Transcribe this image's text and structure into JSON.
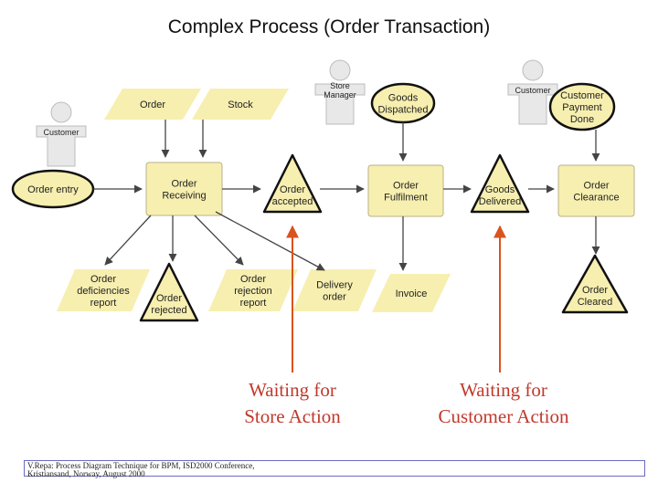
{
  "title": "Complex Process (Order Transaction)",
  "nodes": {
    "order": "Order",
    "stock": "Stock",
    "order_entry": "Order entry",
    "order_receiving": [
      "Order",
      "Receiving"
    ],
    "order_accepted": [
      "Order",
      "accepted"
    ],
    "order_fulfilment": [
      "Order",
      "Fulfilment"
    ],
    "goods_delivered": [
      "Goods",
      "Delivered"
    ],
    "order_clearance": [
      "Order",
      "Clearance"
    ],
    "goods_dispatched": [
      "Goods",
      "Dispatched"
    ],
    "customer_payment_done": [
      "Customer",
      "Payment",
      "Done"
    ],
    "order_deficiencies_report": [
      "Order",
      "deficiencies",
      "report"
    ],
    "order_rejected": [
      "Order",
      "rejected"
    ],
    "order_rejection_report": [
      "Order",
      "rejection",
      "report"
    ],
    "delivery_order": [
      "Delivery",
      "order"
    ],
    "invoice": "Invoice",
    "order_cleared": [
      "Order",
      "Cleared"
    ]
  },
  "actors": {
    "customer_left": "Customer",
    "store_manager": [
      "Store",
      "Manager"
    ],
    "customer_right": "Customer"
  },
  "captions": {
    "store": [
      "Waiting for",
      "Store Action"
    ],
    "customer": [
      "Waiting for",
      "Customer Action"
    ]
  },
  "footer": [
    "V.Repa: Process Diagram Technique for BPM, ISD2000 Conference,",
    "Kristiansand, Norway, August 2000"
  ],
  "colors": {
    "shape_fill": "#f7efb0",
    "shape_stroke": "#7a7a7a",
    "actor_fill": "#e8e8e8",
    "arrow": "#444444",
    "caption_arrow": "#d9531e",
    "caption_text": "#c0392b"
  }
}
